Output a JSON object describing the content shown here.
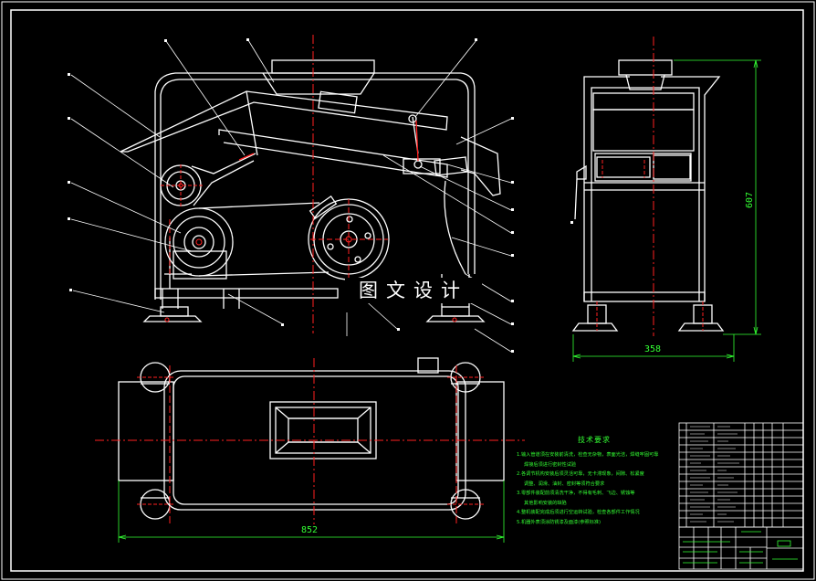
{
  "watermark": "图文设计",
  "dimensions": {
    "bottom_width": "852",
    "side_width": "358",
    "side_height": "607"
  },
  "technical_notes": {
    "title": "技术要求",
    "lines": [
      "1.输入管道须在安装前清洗，检查无杂物，表面光洁，焊缝牢固可靠",
      "焊接后须进行密封性试验",
      "2.各调节机构安装后须灵活可靠，无卡滞现象，间隙、松紧度",
      "调整、润滑、油封、密封等须符合要求",
      "3.零部件装配前须清洗干净，不得有毛刺、飞边、锈蚀等",
      "其他影响安装的缺陷",
      "4.整机装配完成后须进行空运转试验，检查各部件工作情况",
      "5.机器外表须涂防锈漆及面漆(参照标准)"
    ]
  },
  "colors": {
    "background": "#000000",
    "lines": "#ffffff",
    "centerlines": "#ff2020",
    "dimension": "#33ff33",
    "border": "#ffffff"
  }
}
